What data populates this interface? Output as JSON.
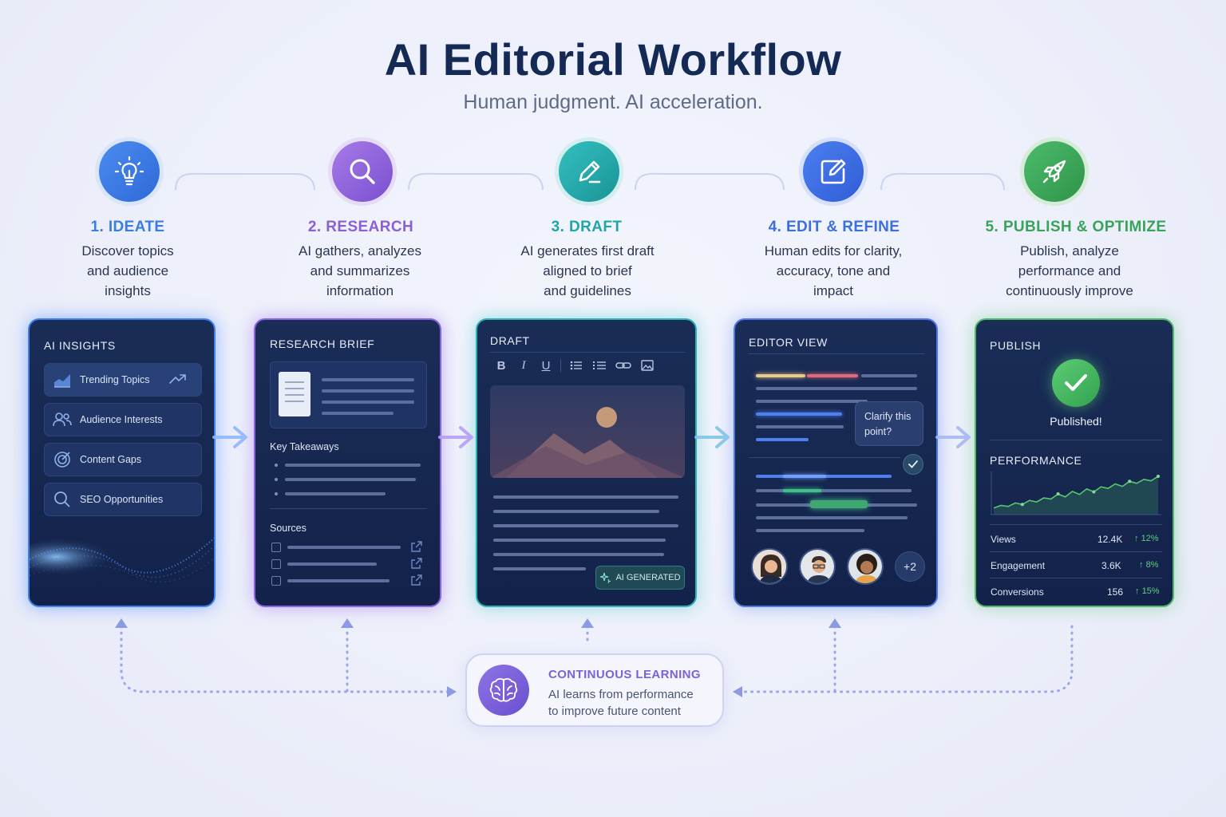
{
  "header": {
    "title": "AI Editorial Workflow",
    "subtitle": "Human judgment. AI acceleration."
  },
  "steps": [
    {
      "label": "1. IDEATE",
      "desc": [
        "Discover topics",
        "and audience",
        "insights"
      ],
      "icon": "lightbulb-icon",
      "color": "#3b7be4"
    },
    {
      "label": "2. RESEARCH",
      "desc": [
        "AI gathers, analyzes",
        "and summarizes",
        "information"
      ],
      "icon": "search-icon",
      "color": "#8b5fd6"
    },
    {
      "label": "3. DRAFT",
      "desc": [
        "AI generates first draft",
        "aligned to brief",
        "and guidelines"
      ],
      "icon": "pencil-icon",
      "color": "#1ea6a8"
    },
    {
      "label": "4. EDIT & REFINE",
      "desc": [
        "Human edits for clarity,",
        "accuracy, tone and",
        "impact"
      ],
      "icon": "edit-icon",
      "color": "#3b6fe0"
    },
    {
      "label": "5. PUBLISH & OPTIMIZE",
      "desc": [
        "Publish, analyze",
        "performance and",
        "continuously improve"
      ],
      "icon": "rocket-icon",
      "color": "#3aa35a"
    }
  ],
  "insights": {
    "title": "AI INSIGHTS",
    "items": [
      "Trending Topics",
      "Audience Interests",
      "Content Gaps",
      "SEO Opportunities"
    ]
  },
  "research": {
    "title": "RESEARCH BRIEF",
    "takeaways": "Key Takeaways",
    "sources": "Sources"
  },
  "draft": {
    "title": "DRAFT",
    "toolbar": [
      "B",
      "I",
      "U"
    ],
    "badge": "AI GENERATED"
  },
  "editor": {
    "title": "EDITOR VIEW",
    "comment": [
      "Clarify this",
      "point?"
    ],
    "more": "+2"
  },
  "publish": {
    "title": "PUBLISH",
    "status": "Published!",
    "performance": "PERFORMANCE",
    "chart_data": {
      "type": "line",
      "values": [
        2,
        3,
        2.6,
        4,
        3.4,
        5,
        4.4,
        6,
        5.6,
        7.6,
        6.4,
        8.6,
        7.4,
        9.6,
        8.4,
        10.4,
        9.8,
        11.6,
        10.6,
        12.6,
        11.8,
        13.4,
        12.8,
        14.6
      ]
    },
    "metrics": [
      {
        "name": "Views",
        "value": "12.4K",
        "change": "12%"
      },
      {
        "name": "Engagement",
        "value": "3.6K",
        "change": "8%"
      },
      {
        "name": "Conversions",
        "value": "156",
        "change": "15%"
      }
    ]
  },
  "learning": {
    "title": "CONTINUOUS LEARNING",
    "desc": [
      "AI learns from performance",
      "to improve future content"
    ]
  },
  "colors": {
    "ideate": "#3b7be4",
    "research": "#8b5fd6",
    "draft": "#1ea6a8",
    "edit": "#3b6fe0",
    "publish": "#3aa35a",
    "learning": "#7a63d6"
  }
}
